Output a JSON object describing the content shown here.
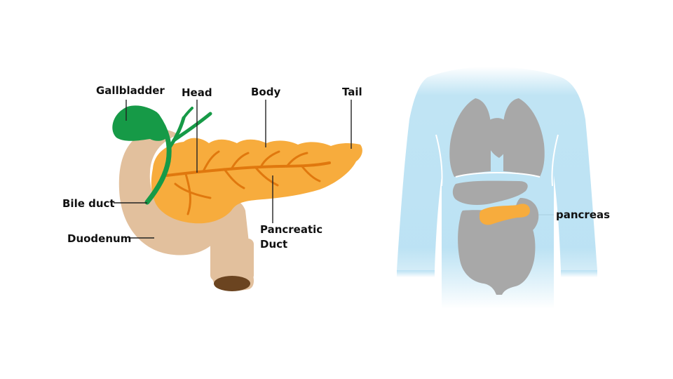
{
  "labels": {
    "gallbladder": "Gallbladder",
    "head": "Head",
    "body": "Body",
    "tail": "Tail",
    "bile_duct": "Bile duct",
    "duodenum": "Duodenum",
    "pancreatic_duct_line1": "Pancreatic",
    "pancreatic_duct_line2": "Duct",
    "pancreas": "pancreas"
  },
  "colors": {
    "pancreas": "#f7ac3d",
    "pancreatic_duct": "#e0780e",
    "duodenum": "#e2c09d",
    "duodenum_opening": "#6b4420",
    "gallbladder": "#169a47",
    "body_silhouette": "#b9e1f3",
    "organs": "#a8a8a8",
    "leader_line": "#222222"
  }
}
